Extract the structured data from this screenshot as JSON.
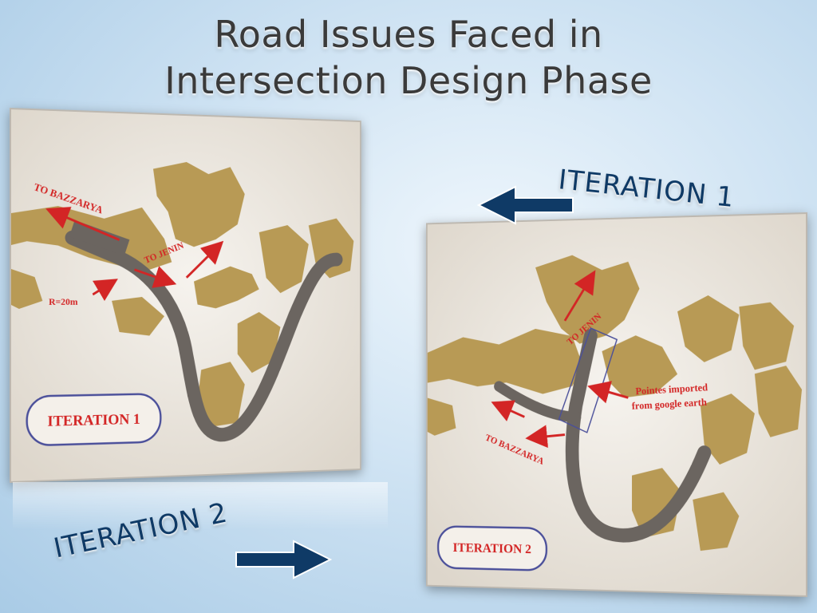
{
  "slide": {
    "title_line1": "Road Issues Faced in",
    "title_line2": "Intersection Design Phase"
  },
  "headings": {
    "iteration_1": "ITERATION 1",
    "iteration_2": "ITERATION 2"
  },
  "left_map": {
    "label_to_bazzarya": "TO BAZZARYA",
    "label_to_jenin": "TO JENIN",
    "label_radius": "R=20m",
    "box_label": "ITERATION 1"
  },
  "right_map": {
    "label_to_jenin": "TO JENIN",
    "label_to_bazzarya": "TO BAZZARYA",
    "label_points_line1": "Pointes imported",
    "label_points_line2": "from google earth",
    "box_label": "ITERATION 2"
  },
  "colors": {
    "title": "#3a3a3a",
    "heading": "#0f3a66",
    "arrow": "#0f3a66",
    "land": "#b89a55",
    "road": "#6b6560",
    "label": "#d32525",
    "box_border": "#4a4f9a",
    "panel": "#ece7df"
  }
}
